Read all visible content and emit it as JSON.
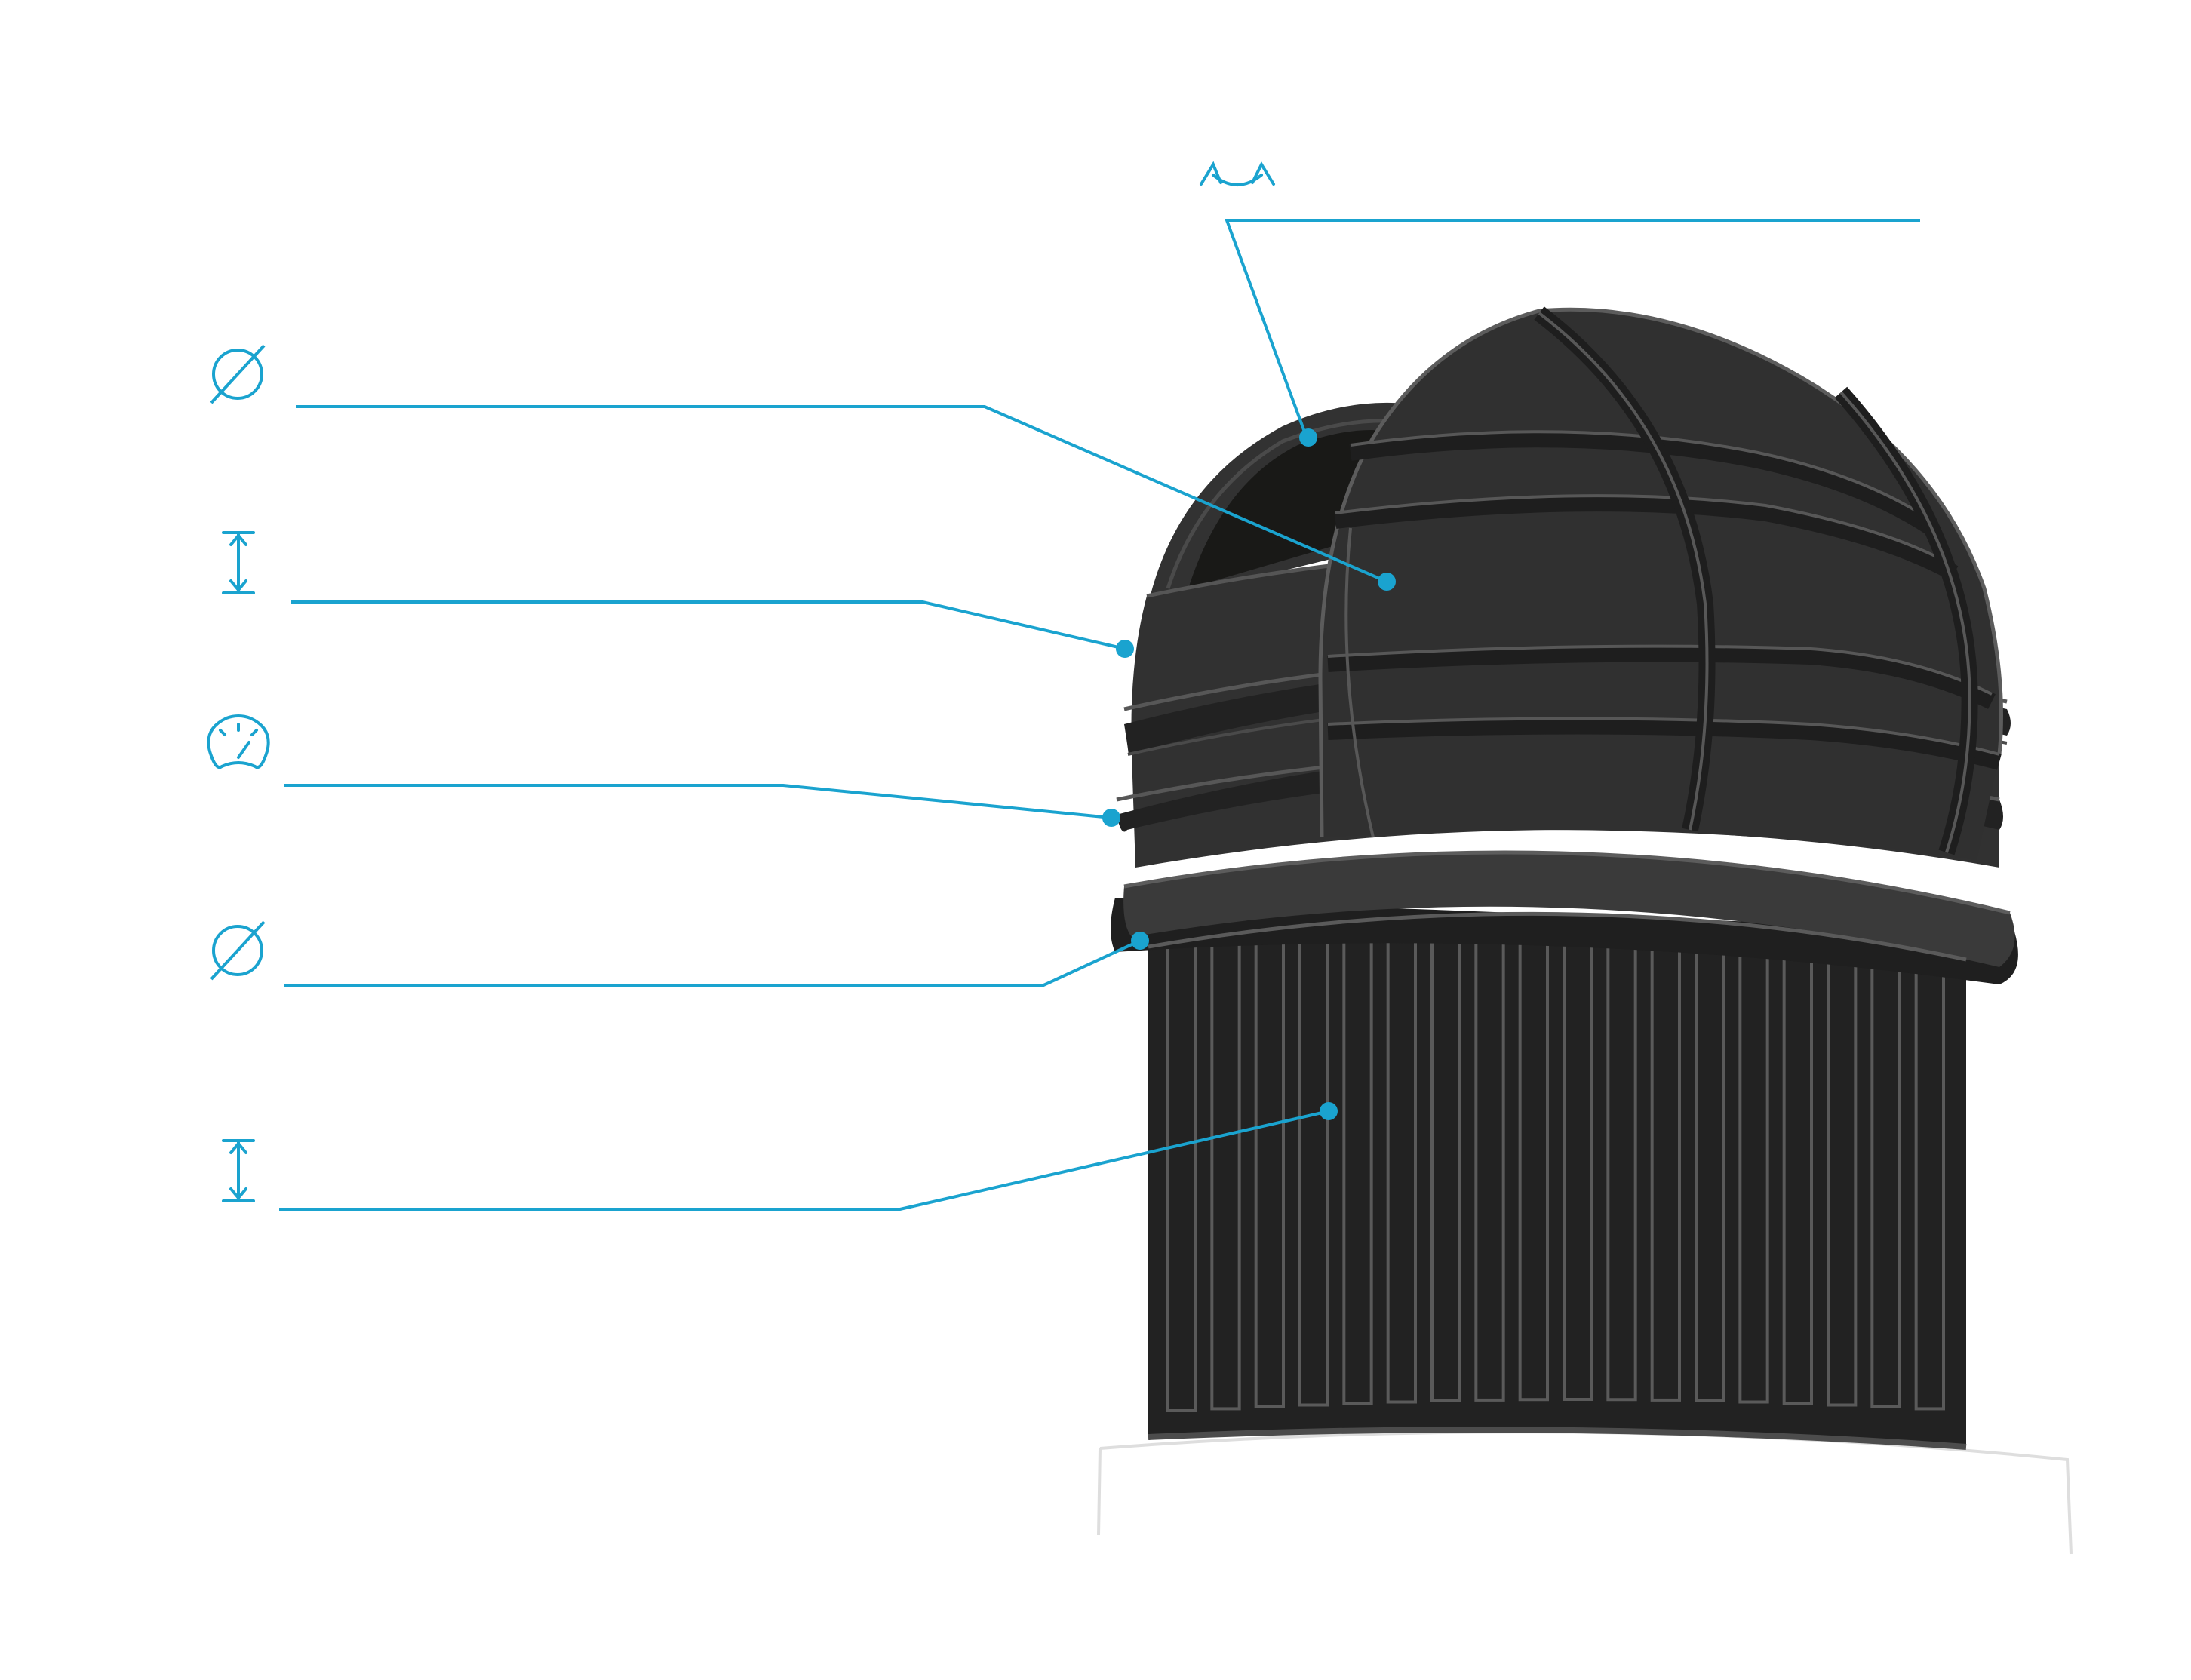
{
  "diagram": {
    "subject": "observatory-dome",
    "colors": {
      "accent": "#1aa3cf",
      "dome_fill": "#333333",
      "dome_dark": "#1b1b1b",
      "dome_outline": "#5a5a5a",
      "faint_text": "#e4eef2",
      "base_outline": "#dcdcdc"
    },
    "callouts": [
      {
        "id": "rotation",
        "icon": "rotation-arrows-icon",
        "text": ""
      },
      {
        "id": "dome-diameter",
        "icon": "diameter-icon",
        "text": ""
      },
      {
        "id": "dome-height",
        "icon": "height-arrows-icon",
        "text": ""
      },
      {
        "id": "speed",
        "icon": "speedometer-icon",
        "text": ""
      },
      {
        "id": "base-diameter",
        "icon": "diameter-icon",
        "text": ""
      },
      {
        "id": "base-height",
        "icon": "height-arrows-icon",
        "text": ""
      }
    ],
    "note": {
      "line1": "",
      "line2": ""
    }
  }
}
